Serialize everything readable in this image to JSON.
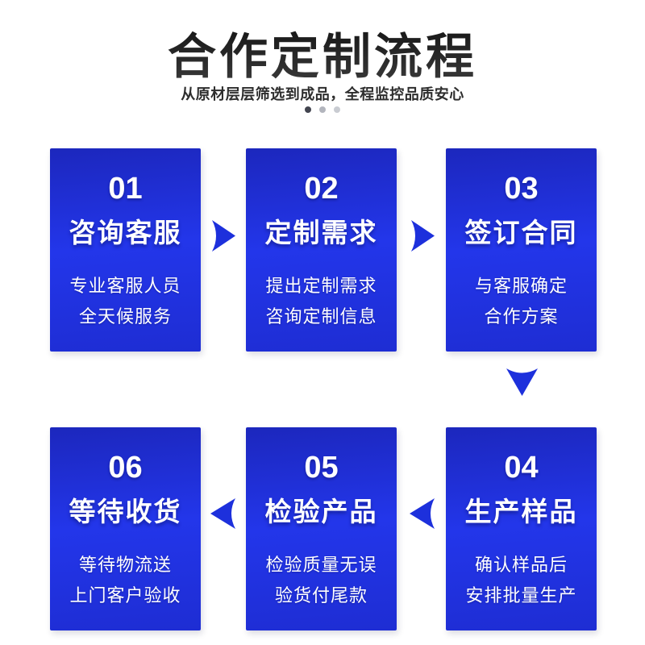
{
  "header": {
    "title": "合作定制流程",
    "subtitle": "从原材层层筛选到成品，全程监控品质安心",
    "dot_colors": [
      "#42444f",
      "#b2b5bd",
      "#c9ccd2"
    ]
  },
  "colors": {
    "card_gradient_top": "#1c27bd",
    "card_gradient_mid": "#2336ea",
    "card_gradient_bottom": "#1e2dd3",
    "arrow_blue": "#1d30dc",
    "title_black": "#1c1c1c",
    "text_white": "#ffffff"
  },
  "steps": [
    {
      "number": "01",
      "title": "咨询客服",
      "lines": [
        "专业客服人员",
        "全天候服务"
      ]
    },
    {
      "number": "02",
      "title": "定制需求",
      "lines": [
        "提出定制需求",
        "咨询定制信息"
      ]
    },
    {
      "number": "03",
      "title": "签订合同",
      "lines": [
        "与客服确定",
        "合作方案"
      ]
    },
    {
      "number": "04",
      "title": "生产样品",
      "lines": [
        "确认样品后",
        "安排批量生产"
      ]
    },
    {
      "number": "05",
      "title": "检验产品",
      "lines": [
        "检验质量无误",
        "验货付尾款"
      ]
    },
    {
      "number": "06",
      "title": "等待收货",
      "lines": [
        "等待物流送",
        "上门客户验收"
      ]
    }
  ]
}
